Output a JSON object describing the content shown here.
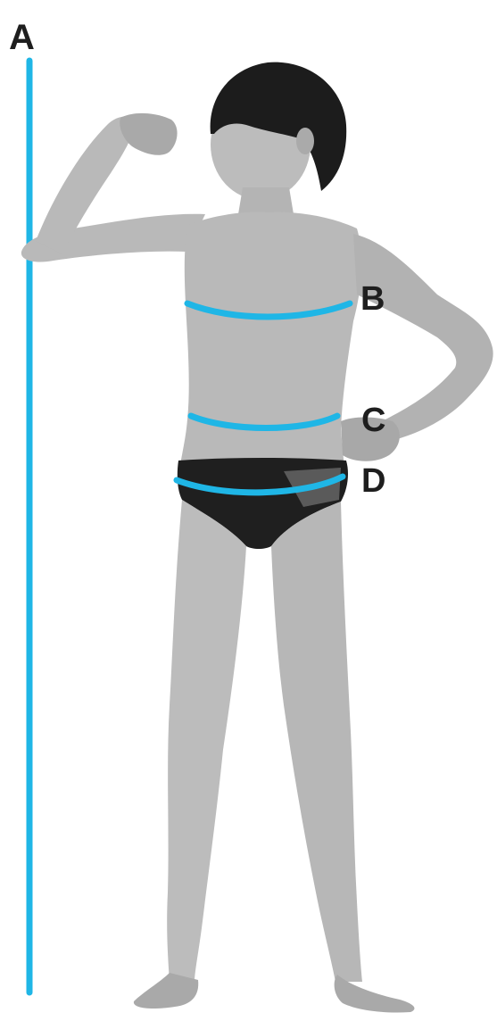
{
  "labels": {
    "a": "A",
    "b": "B",
    "c": "C",
    "d": "D"
  },
  "measurements": [
    {
      "key": "A",
      "kind": "height"
    },
    {
      "key": "B",
      "kind": "chest"
    },
    {
      "key": "C",
      "kind": "waist"
    },
    {
      "key": "D",
      "kind": "hips"
    }
  ],
  "colors": {
    "measure_line": "#1fb6e6",
    "label_text": "#1e1e1e",
    "skin_fill": "#b9b9b9",
    "skin_shade": "#9a9a9a",
    "hair": "#1c1c1c",
    "briefs": "#1f1f1f",
    "briefs_pattern": "#8a8a8a"
  }
}
